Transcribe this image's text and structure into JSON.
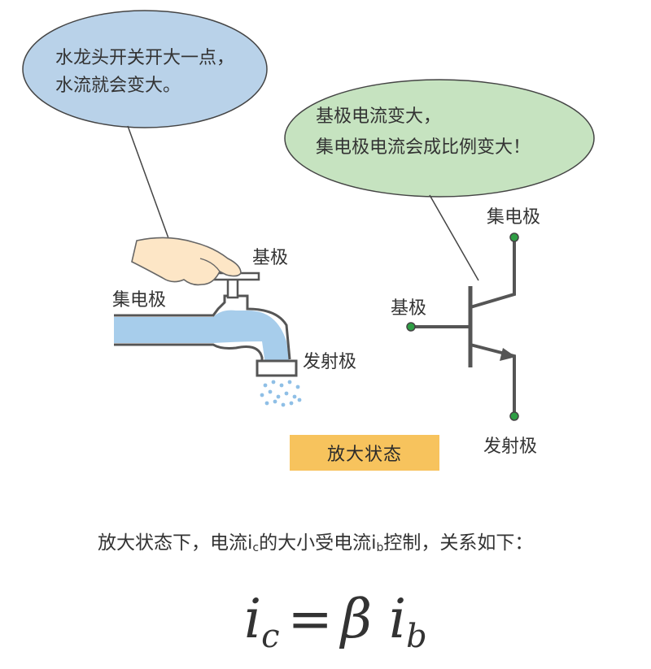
{
  "bubble_left": {
    "line1": "水龙头开关开大一点，",
    "line2": "水流就会变大。"
  },
  "bubble_right": {
    "line1": "基极电流变大，",
    "line2": "集电极电流会成比例变大！"
  },
  "faucet_labels": {
    "base": "基极",
    "collector": "集电极",
    "emitter": "发射极"
  },
  "transistor_labels": {
    "collector": "集电极",
    "base": "基极",
    "emitter": "发射极"
  },
  "caption": "放大状态",
  "description": {
    "part1": "放大状态下，电流i",
    "sub1": "c",
    "part2": "的大小受电流i",
    "sub2": "b",
    "part3": "控制，关系如下："
  },
  "formula": {
    "lhs": "i",
    "lhs_sub": "c",
    "eq": "=",
    "beta": "β",
    "rhs": "i",
    "rhs_sub": "b"
  },
  "colors": {
    "bubble_left_fill": "#b9d2e9",
    "bubble_right_fill": "#c6e3c0",
    "water": "#a7cdeb",
    "caption_bg": "#f7c35d",
    "terminal_dot": "#2e9e44",
    "line": "#555555"
  }
}
